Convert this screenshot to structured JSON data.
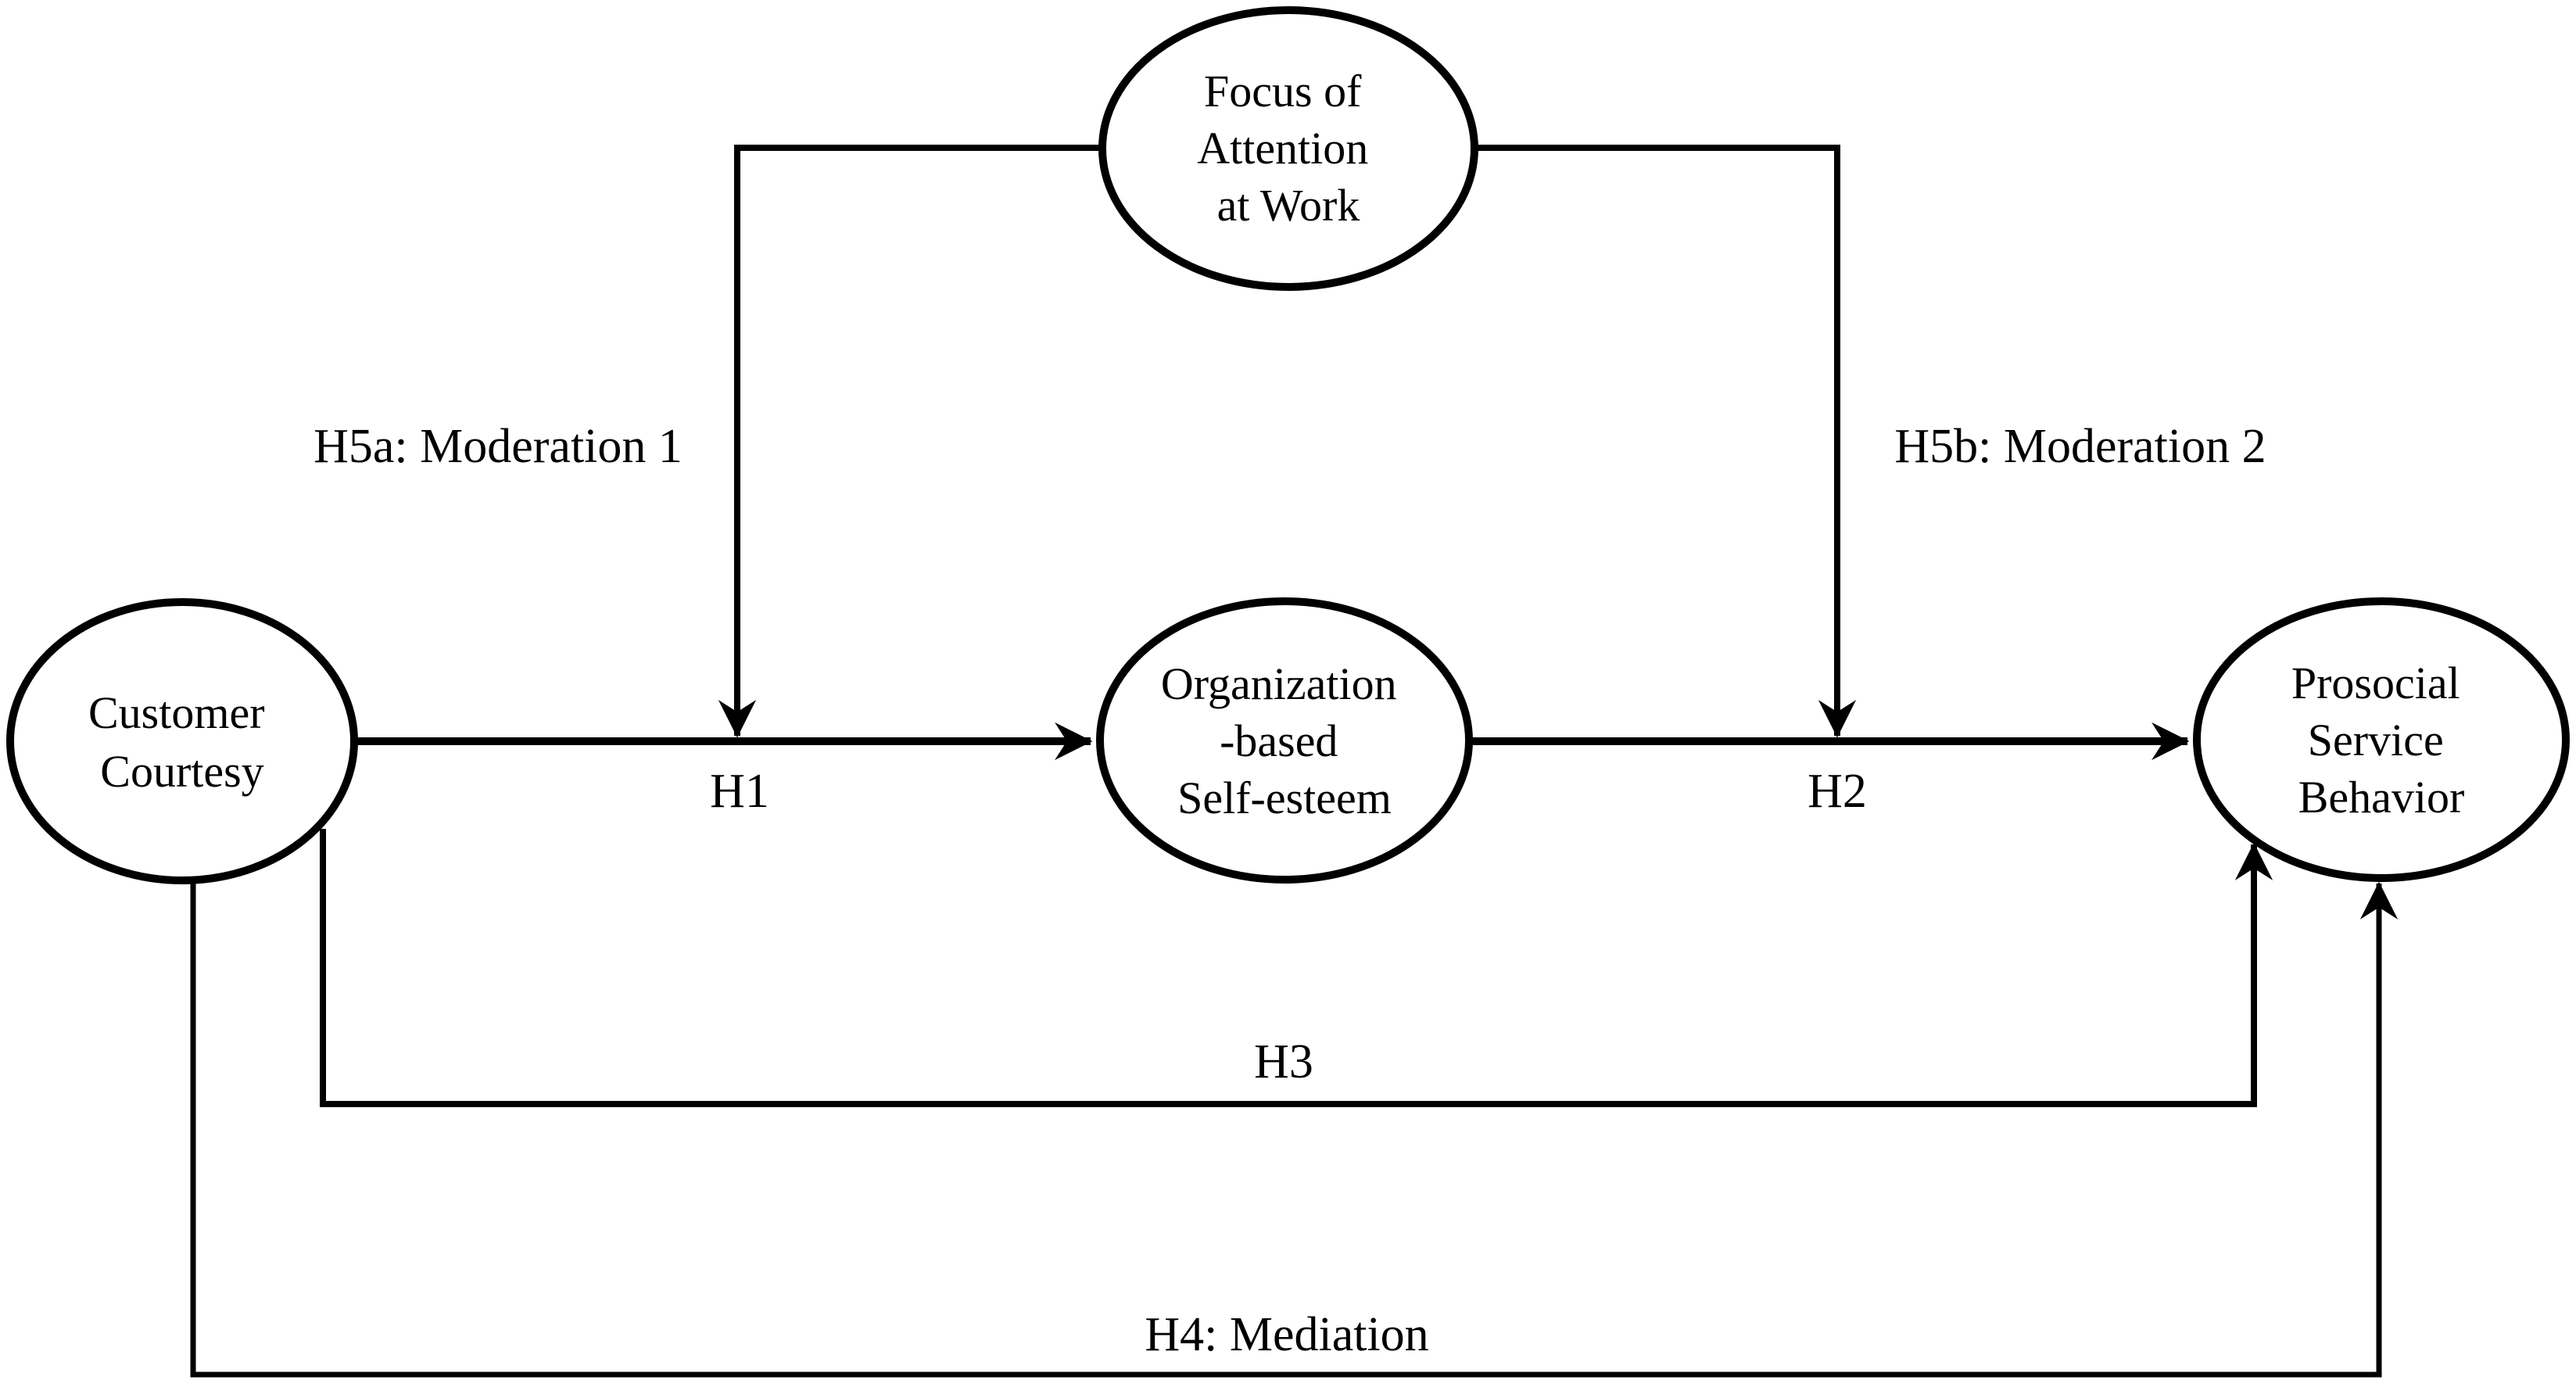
{
  "page": {
    "background_color": "#ffffff",
    "ink_color": "#000000"
  },
  "diagram": {
    "type": "hypothesis-path-model",
    "nodes": [
      {
        "id": "focus-of-attention-at-work",
        "shape": "ellipse",
        "label": "Focus of Attention at Work",
        "lines": [
          "Focus of",
          "Attention",
          "at Work"
        ]
      },
      {
        "id": "customer-courtesy",
        "shape": "ellipse",
        "label": "Customer Courtesy",
        "lines": [
          "Customer",
          "Courtesy"
        ]
      },
      {
        "id": "organization-based-self-esteem",
        "shape": "ellipse",
        "label": "Organization -based Self-esteem",
        "lines": [
          "Organization",
          "-based",
          "Self-esteem"
        ]
      },
      {
        "id": "prosocial-service-behavior",
        "shape": "ellipse",
        "label": "Prosocial Service Behavior",
        "lines": [
          "Prosocial",
          "Service",
          "Behavior"
        ]
      }
    ],
    "edges": [
      {
        "id": "h1",
        "label": "H1",
        "from": "customer-courtesy",
        "to": "organization-based-self-esteem",
        "style": "straight-arrow"
      },
      {
        "id": "h2",
        "label": "H2",
        "from": "organization-based-self-esteem",
        "to": "prosocial-service-behavior",
        "style": "straight-arrow"
      },
      {
        "id": "h3",
        "label": "H3",
        "from": "customer-courtesy",
        "to": "prosocial-service-behavior",
        "style": "orthogonal-arrow"
      },
      {
        "id": "h4",
        "label": "H4: Mediation",
        "from": "customer-courtesy",
        "to": "prosocial-service-behavior",
        "style": "orthogonal-arrow"
      },
      {
        "id": "h5a",
        "label": "H5a: Moderation 1",
        "from": "focus-of-attention-at-work",
        "to": "path-h1",
        "style": "orthogonal-arrow"
      },
      {
        "id": "h5b",
        "label": "H5b: Moderation 2",
        "from": "focus-of-attention-at-work",
        "to": "path-h2",
        "style": "orthogonal-arrow"
      }
    ]
  }
}
